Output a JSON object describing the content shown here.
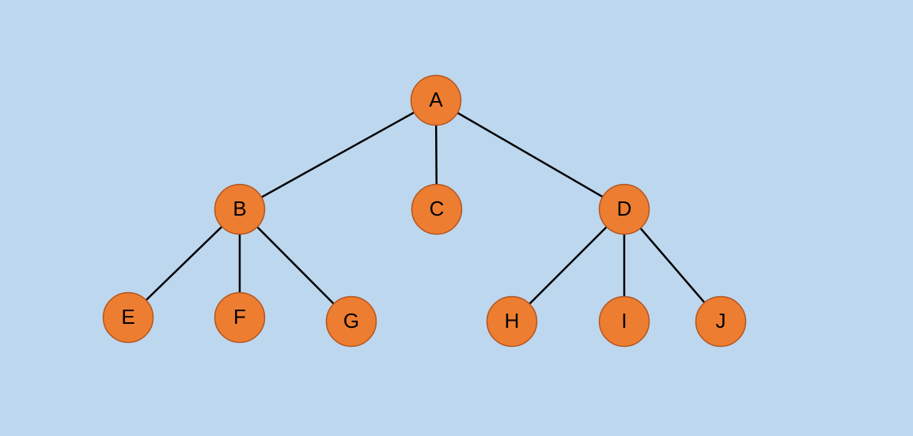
{
  "colors": {
    "background": "#bdd7ee",
    "node_fill": "#ed7d31",
    "node_stroke": "#b5551f",
    "edge": "#000000"
  },
  "tree": {
    "nodes": [
      {
        "id": "A",
        "label": "A"
      },
      {
        "id": "B",
        "label": "B"
      },
      {
        "id": "C",
        "label": "C"
      },
      {
        "id": "D",
        "label": "D"
      },
      {
        "id": "E",
        "label": "E"
      },
      {
        "id": "F",
        "label": "F"
      },
      {
        "id": "G",
        "label": "G"
      },
      {
        "id": "H",
        "label": "H"
      },
      {
        "id": "I",
        "label": "I"
      },
      {
        "id": "J",
        "label": "J"
      }
    ],
    "edges": [
      {
        "from": "A",
        "to": "B"
      },
      {
        "from": "A",
        "to": "C"
      },
      {
        "from": "A",
        "to": "D"
      },
      {
        "from": "B",
        "to": "E"
      },
      {
        "from": "B",
        "to": "F"
      },
      {
        "from": "B",
        "to": "G"
      },
      {
        "from": "D",
        "to": "H"
      },
      {
        "from": "D",
        "to": "I"
      },
      {
        "from": "D",
        "to": "J"
      }
    ]
  }
}
